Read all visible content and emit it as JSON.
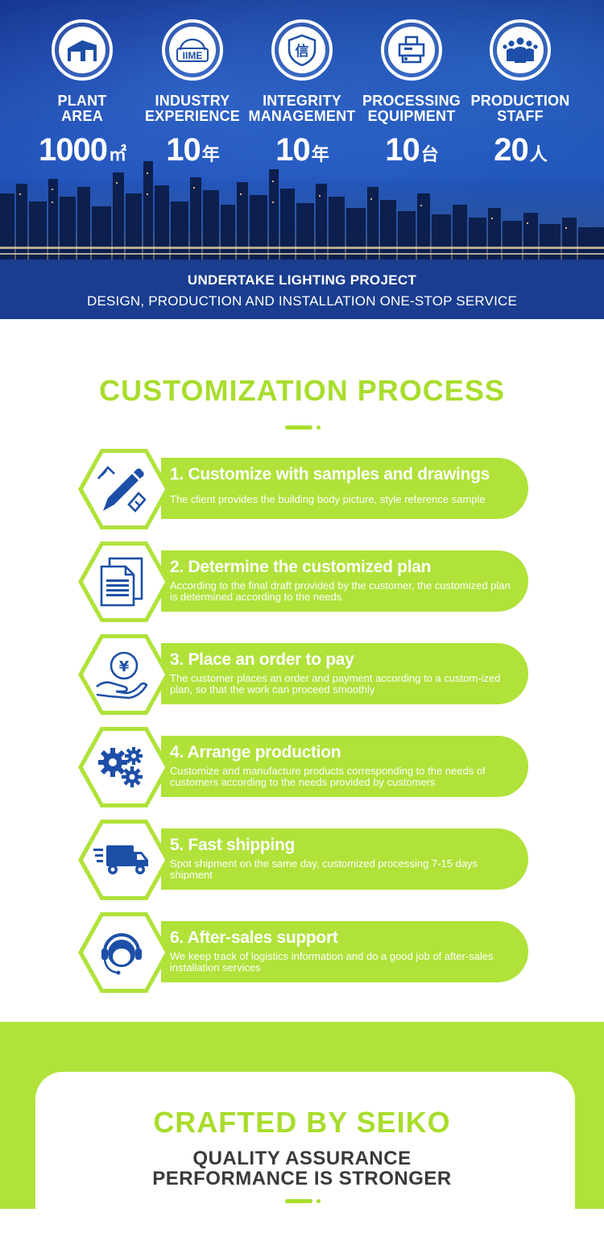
{
  "stats": [
    {
      "label_line1": "PLANT",
      "label_line2": "AREA",
      "value": "1000",
      "unit": "㎡",
      "icon": "factory-icon"
    },
    {
      "label_line1": "INDUSTRY",
      "label_line2": "EXPERIENCE",
      "value": "10",
      "unit": "年",
      "icon": "iime-logo-icon"
    },
    {
      "label_line1": "INTEGRITY",
      "label_line2": "MANAGEMENT",
      "value": "10",
      "unit": "年",
      "icon": "shield-icon",
      "icon_text": "信"
    },
    {
      "label_line1": "PROCESSING",
      "label_line2": "EQUIPMENT",
      "value": "10",
      "unit": "台",
      "icon": "machine-icon"
    },
    {
      "label_line1": "PRODUCTION",
      "label_line2": "STAFF",
      "value": "20",
      "unit": "人",
      "icon": "team-icon"
    }
  ],
  "iime_text": "IIME",
  "banner": {
    "line1": "UNDERTAKE LIGHTING PROJECT",
    "line2": "DESIGN, PRODUCTION AND INSTALLATION ONE-STOP SERVICE"
  },
  "process": {
    "title": "CUSTOMIZATION PROCESS",
    "steps": [
      {
        "title": "1. Customize with samples and drawings",
        "desc": "The client provides the building body picture, style reference sample",
        "icon": "pencil-icon"
      },
      {
        "title": "2. Determine the customized plan",
        "desc": "According to the final draft provided by the customer, the customized plan is determined according to the needs",
        "icon": "document-icon"
      },
      {
        "title": "3. Place an order to pay",
        "desc": "The customer places an order and payment according to a custom-ized plan, so that the work can proceed smoothly",
        "icon": "yen-hand-icon",
        "icon_text": "¥"
      },
      {
        "title": "4. Arrange production",
        "desc": "Customize and manufacture products corresponding to the needs of customers according to the needs provided by customers",
        "icon": "gears-icon"
      },
      {
        "title": "5. Fast shipping",
        "desc": "Spot shipment on the same day, customized processing 7-15 days shipment",
        "icon": "truck-icon"
      },
      {
        "title": "6. After-sales support",
        "desc": "We keep track of logistics information and do a good job of after-sales installation services",
        "icon": "headset-icon"
      }
    ]
  },
  "crafted": {
    "title": "CRAFTED BY SEIKO",
    "line1": "QUALITY ASSURANCE",
    "line2": "PERFORMANCE IS STRONGER"
  },
  "colors": {
    "accent_green": "#a8dd2c",
    "pill_green": "#b0e23a",
    "navy": "#1a3d8f",
    "icon_blue": "#1d4fa8"
  }
}
